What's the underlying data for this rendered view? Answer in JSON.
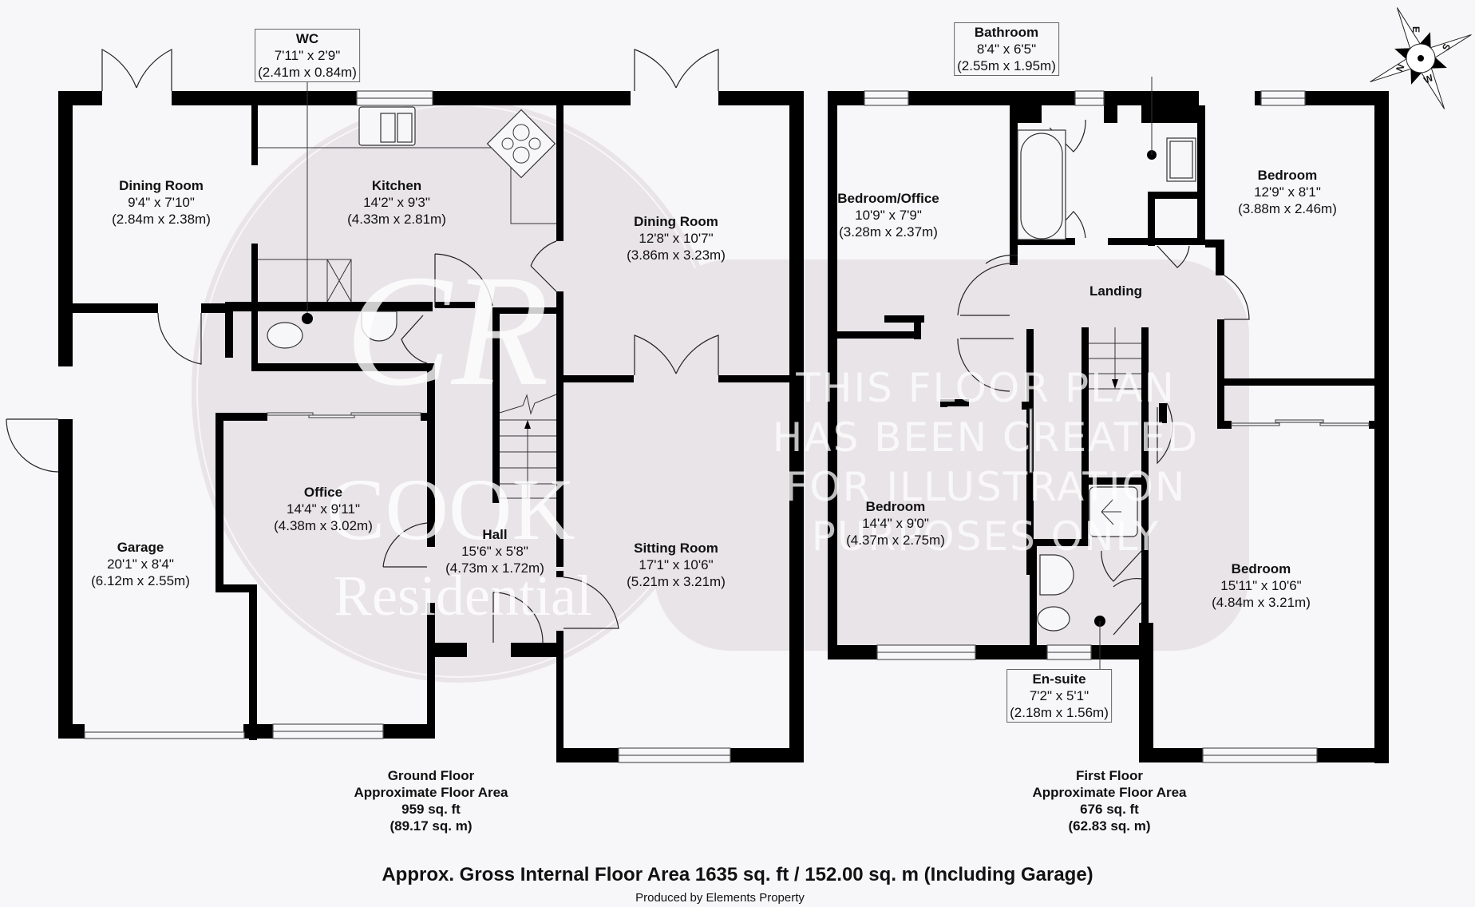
{
  "ground_floor": {
    "rooms": [
      {
        "id": "wc",
        "name": "WC",
        "imperial": "7'11\" x 2'9\"",
        "metric": "(2.41m x 0.84m)"
      },
      {
        "id": "dining1",
        "name": "Dining Room",
        "imperial": "9'4\" x 7'10\"",
        "metric": "(2.84m x 2.38m)"
      },
      {
        "id": "kitchen",
        "name": "Kitchen",
        "imperial": "14'2\" x 9'3\"",
        "metric": "(4.33m x 2.81m)"
      },
      {
        "id": "dining2",
        "name": "Dining Room",
        "imperial": "12'8\" x 10'7\"",
        "metric": "(3.86m x 3.23m)"
      },
      {
        "id": "office",
        "name": "Office",
        "imperial": "14'4\" x 9'11\"",
        "metric": "(4.38m x 3.02m)"
      },
      {
        "id": "garage",
        "name": "Garage",
        "imperial": "20'1\" x 8'4\"",
        "metric": "(6.12m x 2.55m)"
      },
      {
        "id": "hall",
        "name": "Hall",
        "imperial": "15'6\" x 5'8\"",
        "metric": "(4.73m x 1.72m)"
      },
      {
        "id": "sitting",
        "name": "Sitting Room",
        "imperial": "17'1\" x 10'6\"",
        "metric": "(5.21m x 3.21m)"
      }
    ],
    "summary": {
      "title": "Ground Floor",
      "subtitle": "Approximate Floor Area",
      "sqft": "959 sq. ft",
      "sqm": "(89.17 sq. m)"
    }
  },
  "first_floor": {
    "rooms": [
      {
        "id": "bathroom",
        "name": "Bathroom",
        "imperial": "8'4\" x 6'5\"",
        "metric": "(2.55m x 1.95m)"
      },
      {
        "id": "bed_office",
        "name": "Bedroom/Office",
        "imperial": "10'9\" x 7'9\"",
        "metric": "(3.28m x 2.37m)"
      },
      {
        "id": "bed_tr",
        "name": "Bedroom",
        "imperial": "12'9\" x 8'1\"",
        "metric": "(3.88m x 2.46m)"
      },
      {
        "id": "landing",
        "name": "Landing",
        "imperial": "",
        "metric": ""
      },
      {
        "id": "bed_l",
        "name": "Bedroom",
        "imperial": "14'4\" x 9'0\"",
        "metric": "(4.37m x 2.75m)"
      },
      {
        "id": "bed_br",
        "name": "Bedroom",
        "imperial": "15'11\" x 10'6\"",
        "metric": "(4.84m x 3.21m)"
      },
      {
        "id": "ensuite",
        "name": "En-suite",
        "imperial": "7'2\" x 5'1\"",
        "metric": "(2.18m x 1.56m)"
      }
    ],
    "summary": {
      "title": "First Floor",
      "subtitle": "Approximate Floor Area",
      "sqft": "676 sq. ft",
      "sqm": "(62.83 sq. m)"
    }
  },
  "footer": {
    "gross_area": "Approx. Gross Internal Floor Area 1635 sq. ft / 152.00 sq. m (Including Garage)",
    "credit": "Produced by Elements Property"
  },
  "watermark": {
    "brand_initials": "CR",
    "brand_name": "COOK",
    "brand_sub": "Residential",
    "disclaimer": [
      "THIS FLOOR PLAN",
      "HAS BEEN CREATED",
      "FOR ILLUSTRATION",
      "PURPOSES ONLY"
    ]
  },
  "compass": {
    "labels": [
      "E",
      "S",
      "W",
      "N"
    ]
  },
  "colors": {
    "background": "#f7f6f8",
    "wall": "#000000",
    "watermark_fill": "#e8e4e8"
  }
}
